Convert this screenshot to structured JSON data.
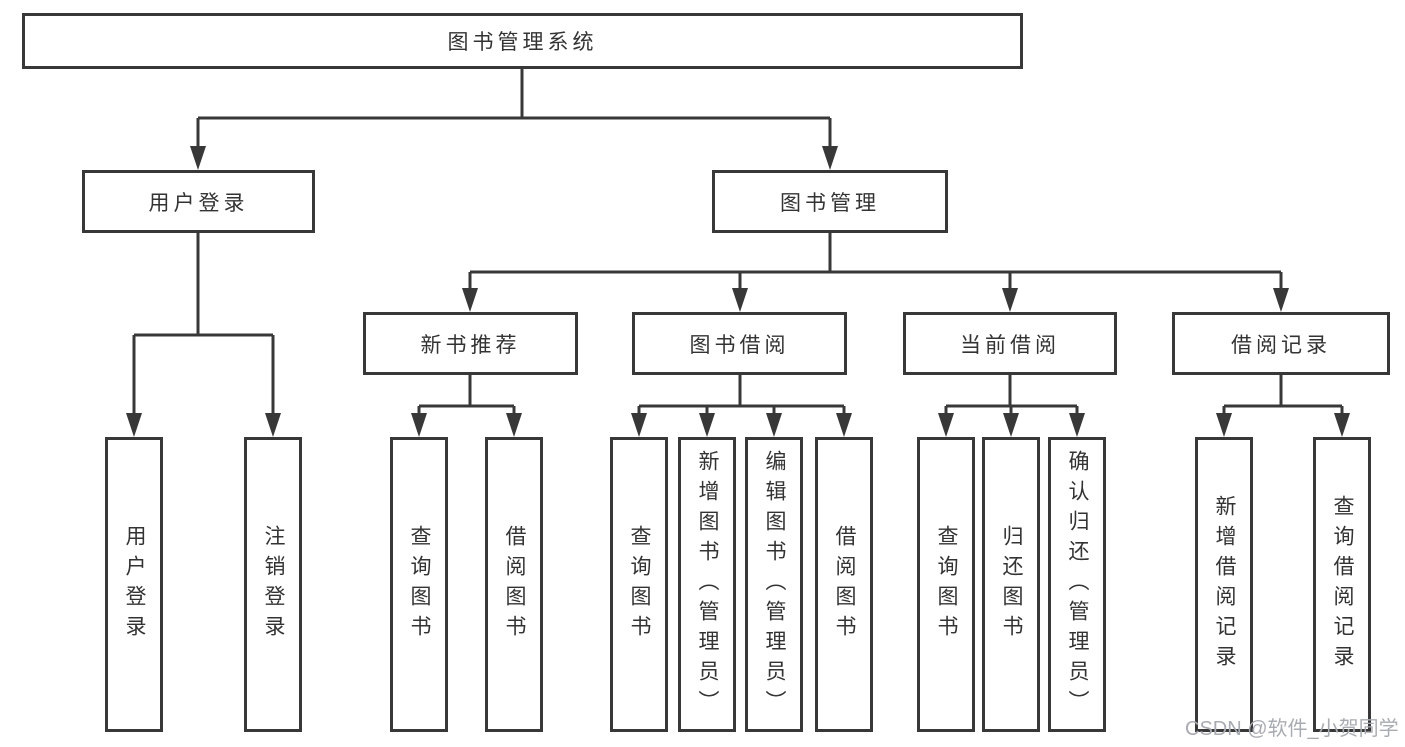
{
  "diagram": {
    "title": "图书管理系统",
    "tree": {
      "root": {
        "label": "图书管理系统"
      },
      "level2": [
        {
          "label": "用户登录",
          "parent": "图书管理系统"
        },
        {
          "label": "图书管理",
          "parent": "图书管理系统"
        }
      ],
      "level3": [
        {
          "label": "新书推荐",
          "parent": "图书管理"
        },
        {
          "label": "图书借阅",
          "parent": "图书管理"
        },
        {
          "label": "当前借阅",
          "parent": "图书管理"
        },
        {
          "label": "借阅记录",
          "parent": "图书管理"
        }
      ],
      "leaves": [
        {
          "label": "用户登录",
          "parent": "用户登录"
        },
        {
          "label": "注销登录",
          "parent": "用户登录"
        },
        {
          "label": "查询图书",
          "parent": "新书推荐"
        },
        {
          "label": "借阅图书",
          "parent": "新书推荐"
        },
        {
          "label": "查询图书",
          "parent": "图书借阅"
        },
        {
          "label": "新增图书（管理员）",
          "parent": "图书借阅"
        },
        {
          "label": "编辑图书（管理员）",
          "parent": "图书借阅"
        },
        {
          "label": "借阅图书",
          "parent": "图书借阅"
        },
        {
          "label": "查询图书",
          "parent": "当前借阅"
        },
        {
          "label": "归还图书",
          "parent": "当前借阅"
        },
        {
          "label": "确认归还（管理员）",
          "parent": "当前借阅"
        },
        {
          "label": "新增借阅记录",
          "parent": "借阅记录"
        },
        {
          "label": "查询借阅记录",
          "parent": "借阅记录"
        }
      ]
    },
    "watermark": "CSDN @软件_小贺同学",
    "colors": {
      "line": "#383838",
      "text": "#333333",
      "watermark": "#a8acb2",
      "background": "#ffffff"
    }
  }
}
